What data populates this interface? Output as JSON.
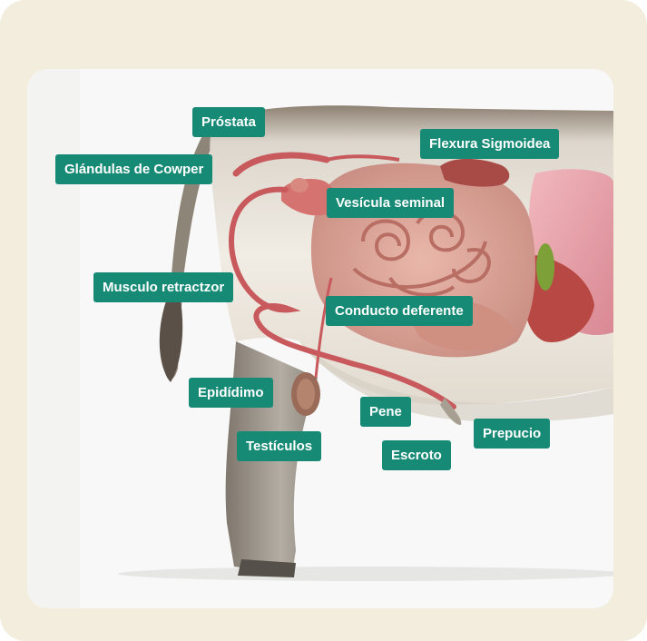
{
  "labels": {
    "prostata": "Próstata",
    "flexura": "Flexura Sigmoidea",
    "cowper": "Glándulas de Cowper",
    "vesicula": "Vesícula seminal",
    "retractor": "Musculo retractzor",
    "conducto": "Conducto deferente",
    "epididimo": "Epidídimo",
    "pene": "Pene",
    "testiculos": "Testículos",
    "escroto": "Escroto",
    "prepucio": "Prepucio"
  },
  "colors": {
    "frame": "#f3eddd",
    "label_bg": "#178a76",
    "label_text": "#ffffff",
    "duct": "#c85a5d",
    "intestine": "#dfa49b",
    "liver": "#b84843",
    "gallbladder": "#7da039"
  }
}
